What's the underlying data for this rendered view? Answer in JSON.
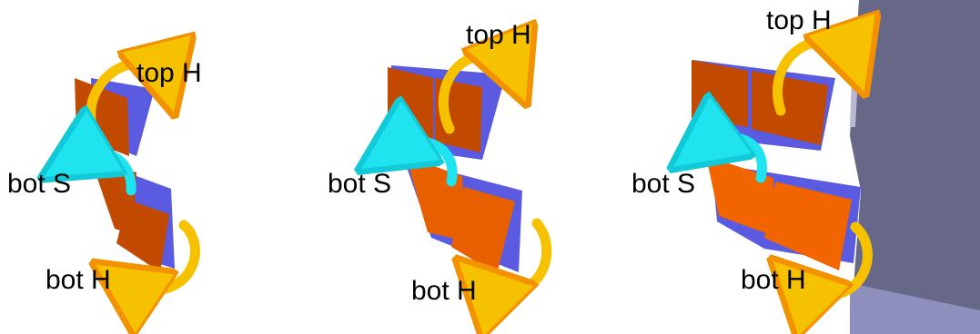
{
  "panels": [
    {
      "top_label": "top H",
      "mid_label": "bot S",
      "bottom_label": "bot H"
    },
    {
      "top_label": "top H",
      "mid_label": "bot S",
      "bottom_label": "bot H"
    },
    {
      "top_label": "top H",
      "mid_label": "bot S",
      "bottom_label": "bot H"
    }
  ],
  "colors": {
    "hinge_arrow": "#F6C200",
    "hinge_arrow_edge": "#F39200",
    "spring_arrow": "#1FE3EE",
    "panel_dark": "#C24A00",
    "panel_light": "#E85F00",
    "panel_back": "#5A5BE0",
    "wall": "#676787"
  }
}
